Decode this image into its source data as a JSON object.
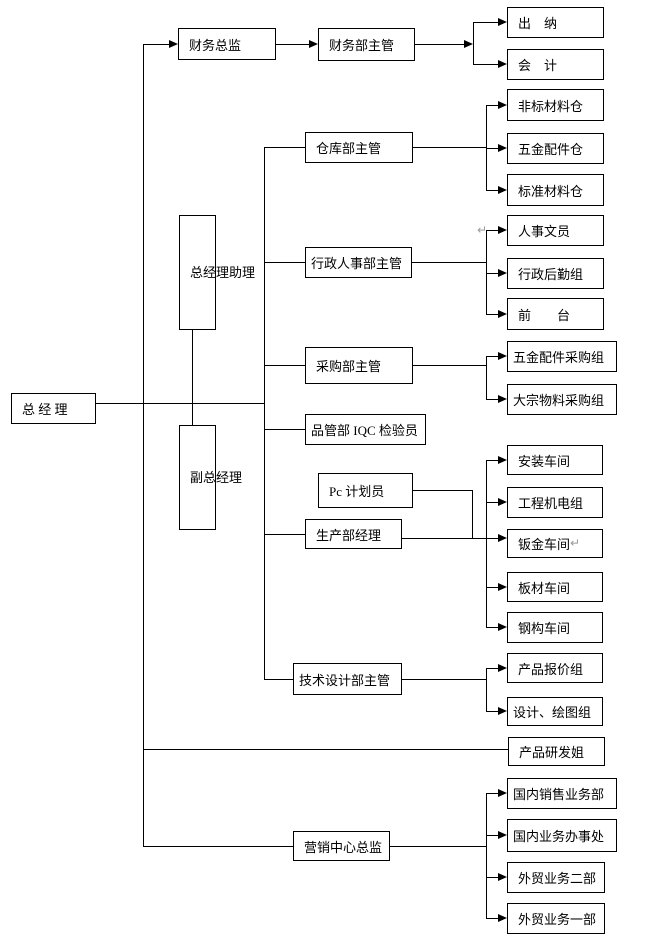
{
  "diagram_type": "organization-chart",
  "colors": {
    "line": "#000000",
    "box_border": "#000000",
    "background": "#ffffff",
    "text": "#000000",
    "pilcrow_mark": "#9a9a9a"
  },
  "nodes": {
    "general_manager": "总 经 理",
    "gm_assistant": "总经理助理",
    "deputy_gm": "副总经理",
    "finance_director": "财务总监",
    "finance_dept_manager": "财务部主管",
    "cashier": "出　纳",
    "accountant": "会　计",
    "warehouse_manager": "仓库部主管",
    "nonstandard_material_warehouse": "非标材料仓",
    "hardware_parts_warehouse": "五金配件仓",
    "standard_material_warehouse": "标准材料仓",
    "admin_hr_manager": "行政人事部主管",
    "hr_clerk": "人事文员",
    "admin_logistics_group": "行政后勤组",
    "reception": "前　　台",
    "purchasing_manager": "采购部主管",
    "hardware_parts_purchasing_group": "五金配件采购组",
    "bulk_material_purchasing_group": "大宗物料采购组",
    "qc_iqc_inspector": "品管部 IQC 检验员",
    "pc_planner": "Pc 计划员",
    "production_manager": "生产部经理",
    "assembly_workshop": "安装车间",
    "engineering_electromechanical_group": "工程机电组",
    "sheet_metal_workshop": "钣金车间",
    "panel_workshop": "板材车间",
    "steel_structure_workshop": "钢构车间",
    "tech_design_manager": "技术设计部主管",
    "product_quotation_group": "产品报价组",
    "design_drawing_group": "设计、绘图组",
    "product_rd_group": "产品研发姐",
    "marketing_center_director": "营销中心总监",
    "domestic_sales_dept": "国内销售业务部",
    "domestic_business_office": "国内业务办事处",
    "foreign_trade_dept_2": "外贸业务二部",
    "foreign_trade_dept_1": "外贸业务一部"
  },
  "annotations": {
    "pilcrow_1": "↵",
    "pilcrow_2": "↵"
  },
  "edges": [
    [
      "general_manager",
      "finance_director"
    ],
    [
      "general_manager",
      "gm_assistant"
    ],
    [
      "general_manager",
      "deputy_gm"
    ],
    [
      "general_manager",
      "warehouse_manager"
    ],
    [
      "general_manager",
      "admin_hr_manager"
    ],
    [
      "general_manager",
      "purchasing_manager"
    ],
    [
      "general_manager",
      "qc_iqc_inspector"
    ],
    [
      "general_manager",
      "production_manager"
    ],
    [
      "general_manager",
      "tech_design_manager"
    ],
    [
      "general_manager",
      "product_rd_group"
    ],
    [
      "general_manager",
      "marketing_center_director"
    ],
    [
      "finance_director",
      "finance_dept_manager"
    ],
    [
      "finance_dept_manager",
      "cashier"
    ],
    [
      "finance_dept_manager",
      "accountant"
    ],
    [
      "warehouse_manager",
      "nonstandard_material_warehouse"
    ],
    [
      "warehouse_manager",
      "hardware_parts_warehouse"
    ],
    [
      "warehouse_manager",
      "standard_material_warehouse"
    ],
    [
      "admin_hr_manager",
      "hr_clerk"
    ],
    [
      "admin_hr_manager",
      "admin_logistics_group"
    ],
    [
      "admin_hr_manager",
      "reception"
    ],
    [
      "purchasing_manager",
      "hardware_parts_purchasing_group"
    ],
    [
      "purchasing_manager",
      "bulk_material_purchasing_group"
    ],
    [
      "production_manager",
      "pc_planner"
    ],
    [
      "production_manager",
      "assembly_workshop"
    ],
    [
      "production_manager",
      "engineering_electromechanical_group"
    ],
    [
      "production_manager",
      "sheet_metal_workshop"
    ],
    [
      "production_manager",
      "panel_workshop"
    ],
    [
      "production_manager",
      "steel_structure_workshop"
    ],
    [
      "tech_design_manager",
      "product_quotation_group"
    ],
    [
      "tech_design_manager",
      "design_drawing_group"
    ],
    [
      "marketing_center_director",
      "domestic_sales_dept"
    ],
    [
      "marketing_center_director",
      "domestic_business_office"
    ],
    [
      "marketing_center_director",
      "foreign_trade_dept_2"
    ],
    [
      "marketing_center_director",
      "foreign_trade_dept_1"
    ]
  ]
}
